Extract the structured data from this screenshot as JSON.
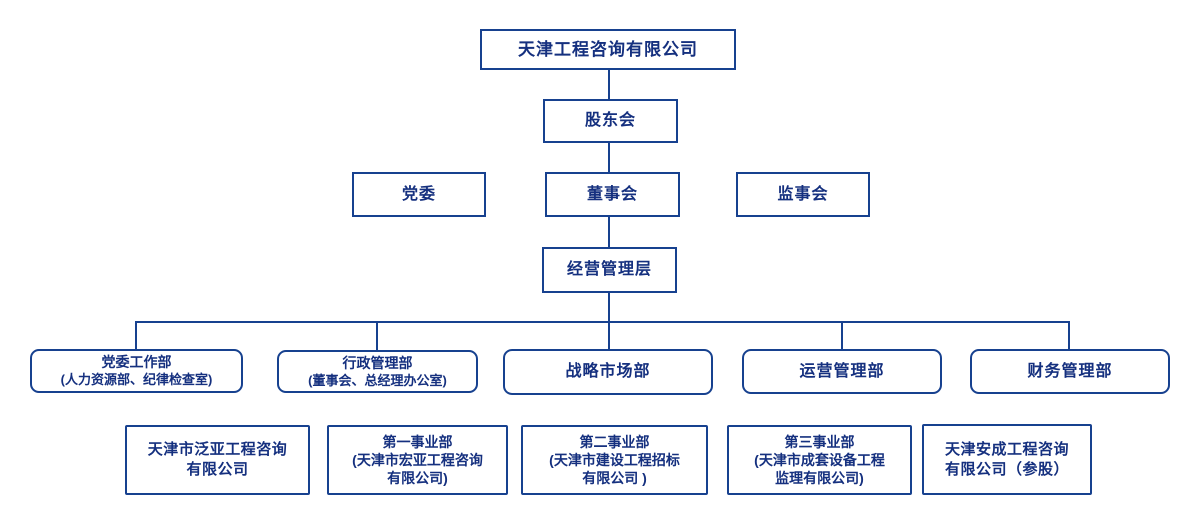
{
  "org_chart": {
    "type": "org-tree",
    "colors": {
      "line": "#17418f",
      "text": "#15307f",
      "background": "#ffffff"
    },
    "nodes": {
      "root": {
        "label": "天津工程咨询有限公司"
      },
      "shareholders": {
        "label": "股东会"
      },
      "party_committee": {
        "label": "党委"
      },
      "board": {
        "label": "董事会"
      },
      "supervisory_board": {
        "label": "监事会"
      },
      "management": {
        "label": "经营管理层"
      },
      "departments": [
        {
          "line1": "党委工作部",
          "line2": "(人力资源部、纪律检查室)"
        },
        {
          "line1": "行政管理部",
          "line2": "(董事会、总经理办公室)"
        },
        {
          "line1": "战略市场部"
        },
        {
          "line1": "运营管理部"
        },
        {
          "line1": "财务管理部"
        }
      ],
      "subsidiaries": [
        {
          "line1": "天津市泛亚工程咨询",
          "line2": "有限公司"
        },
        {
          "line1": "第一事业部",
          "line2": "(天津市宏亚工程咨询",
          "line3": "有限公司)"
        },
        {
          "line1": "第二事业部",
          "line2": "(天津市建设工程招标",
          "line3": "有限公司 )"
        },
        {
          "line1": "第三事业部",
          "line2": "(天津市成套设备工程",
          "line3": "监理有限公司)"
        },
        {
          "line1": "天津安成工程咨询",
          "line2": "有限公司（参股）"
        }
      ]
    }
  }
}
